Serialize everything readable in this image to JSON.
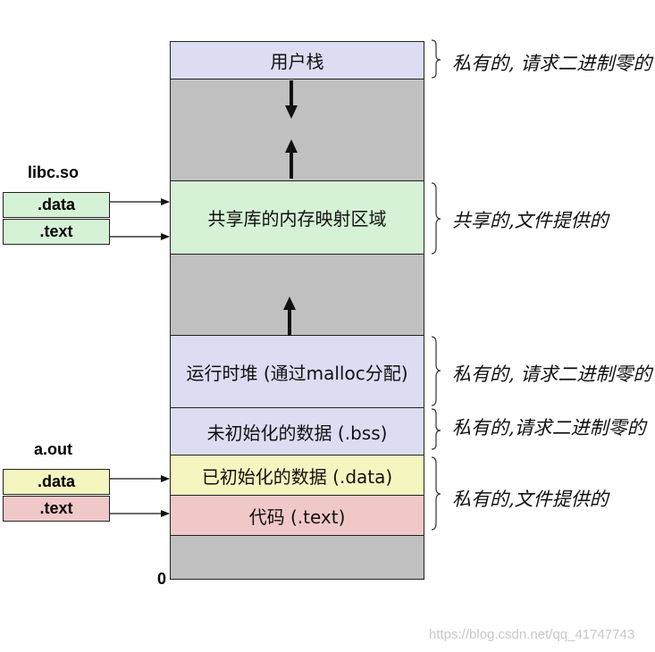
{
  "segments": {
    "user_stack": "用户栈",
    "shared_lib": "共享库的内存映射区域",
    "heap": "运行时堆 (通过malloc分配)",
    "bss": "未初始化的数据 (.bss)",
    "data": "已初始化的数据 (.data)",
    "text": "代码 (.text)"
  },
  "notes": {
    "user_stack": "私有的, 请求二进制零的",
    "shared_lib": "共享的,文件提供的",
    "heap": "私有的, 请求二进制零的",
    "bss": "私有的,请求二进制零的",
    "data_text": "私有的,文件提供的"
  },
  "libc": {
    "title": "libc.so",
    "data": ".data",
    "text": ".text"
  },
  "aout": {
    "title": "a.out",
    "data": ".data",
    "text": ".text"
  },
  "address_zero": "0",
  "watermark": "https://blog.csdn.net/qq_41747743"
}
